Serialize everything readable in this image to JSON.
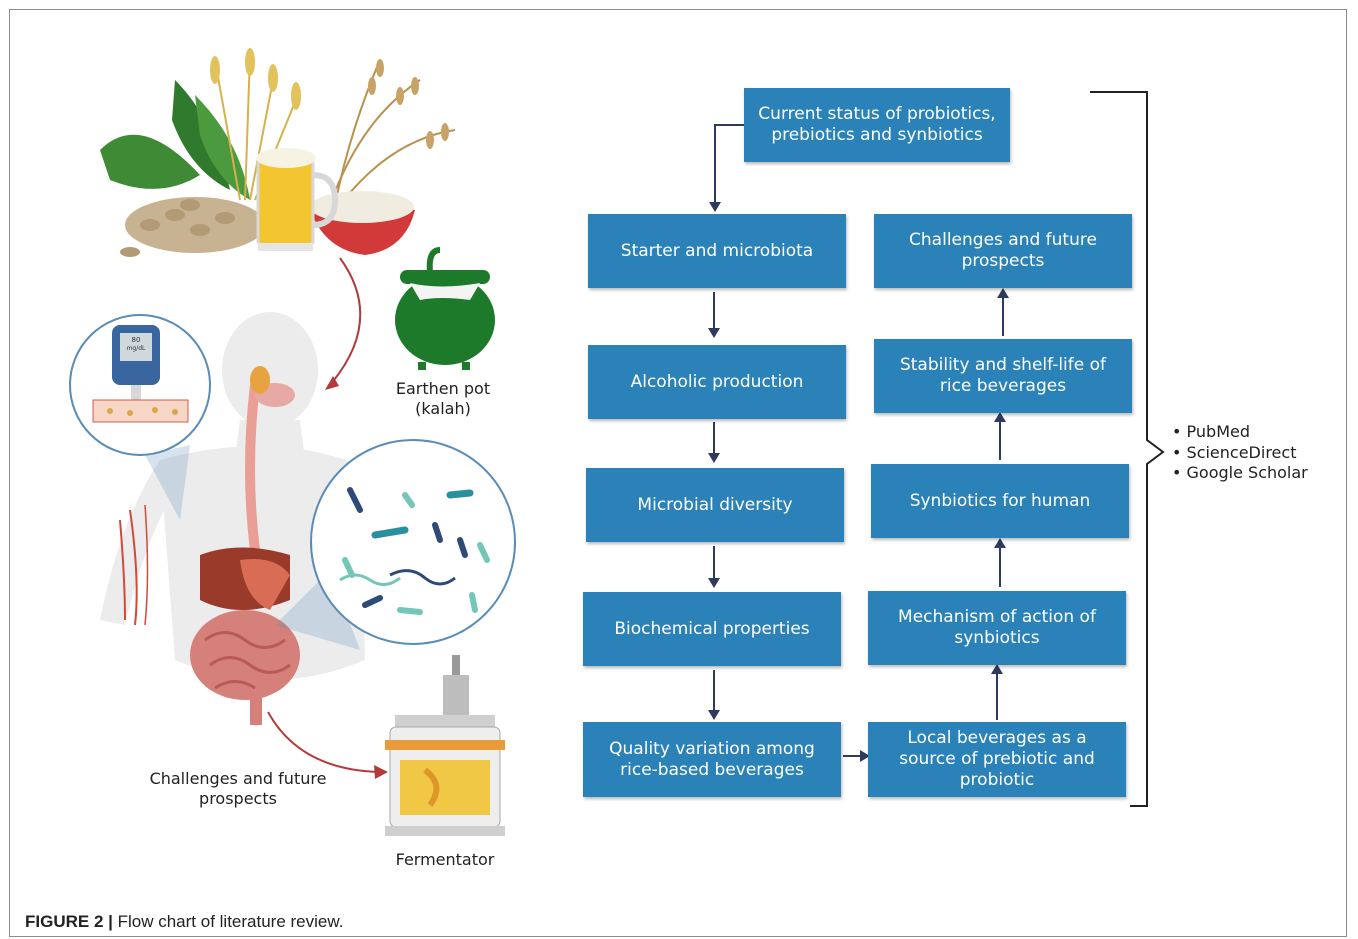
{
  "flow": {
    "top": "Current status of probiotics,\nprebiotics and synbiotics",
    "left": [
      "Starter and microbiota",
      "Alcoholic production",
      "Microbial diversity",
      "Biochemical properties",
      "Quality variation among\nrice-based beverages"
    ],
    "right": [
      "Challenges and future\nprospects",
      "Stability and shelf-life of\nrice beverages",
      "Synbiotics for human",
      "Mechanism of action of\nsynbiotics",
      "Local beverages as a\nsource of prebiotic and\nprobiotic"
    ]
  },
  "sources": [
    "PubMed",
    "ScienceDirect",
    "Google Scholar"
  ],
  "illustration": {
    "earthen_pot": "Earthen pot\n(kalah)",
    "challenges": "Challenges and future\nprospects",
    "fermentator": "Fermentator",
    "glucometer_value": "80",
    "glucometer_unit": "mg/dL"
  },
  "caption": {
    "label": "FIGURE 2 |",
    "text": " Flow chart of literature review."
  },
  "colors": {
    "box": "#2b82b8",
    "arrow_dark": "#2e3b5e",
    "arrow_red": "#b23a3a",
    "pot_green": "#1c7a2a"
  }
}
